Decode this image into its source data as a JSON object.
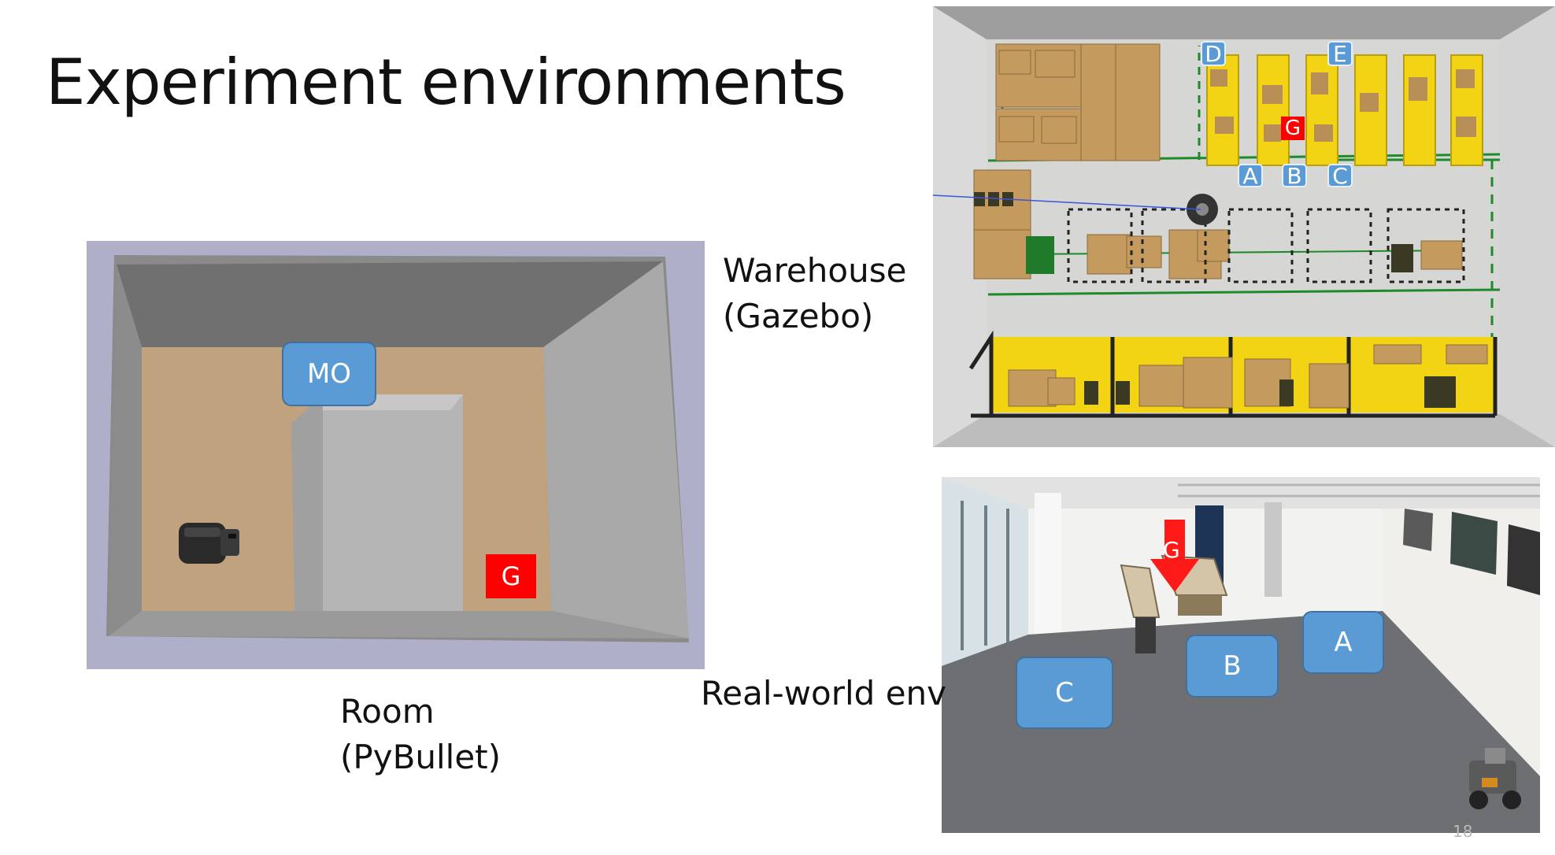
{
  "slide": {
    "title": "Experiment environments",
    "page_number": "18"
  },
  "room": {
    "caption_line1": "Room",
    "caption_line2": "(PyBullet)",
    "marker_mo": "MO",
    "marker_goal": "G"
  },
  "warehouse": {
    "caption_line1": "Warehouse",
    "caption_line2": "(Gazebo)",
    "markers": [
      "A",
      "B",
      "C",
      "D",
      "E"
    ],
    "marker_goal": "G"
  },
  "realworld": {
    "caption": "Real-world env",
    "markers": [
      "A",
      "B",
      "C"
    ],
    "marker_goal": "G"
  },
  "colors": {
    "marker_blue": "#5b9bd5",
    "goal_red": "#ff0000",
    "warehouse_yellow": "#f2d414"
  }
}
